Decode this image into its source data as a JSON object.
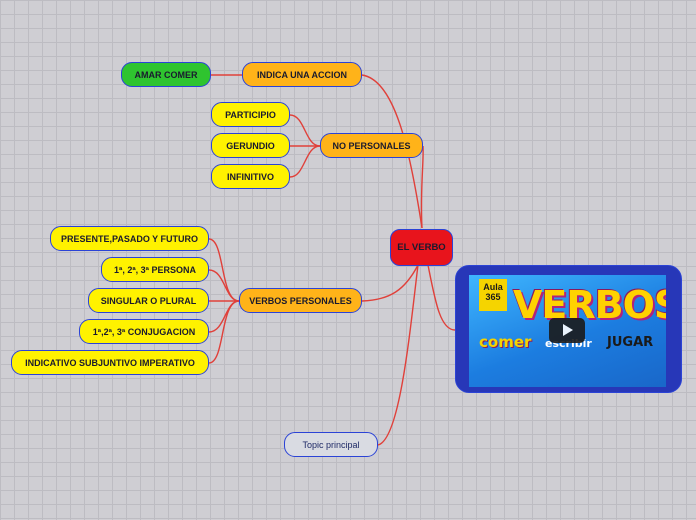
{
  "colors": {
    "line": "#e0403a",
    "yellow": "#fff200",
    "orange": "#ffb319",
    "green": "#2fc42f",
    "red": "#e8141c",
    "border": "#2b43d6"
  },
  "center": {
    "label": "EL VERBO"
  },
  "branches": {
    "indica": {
      "label": "INDICA UNA ACCION",
      "child": "AMAR COMER"
    },
    "no_personales": {
      "label": "NO PERSONALES",
      "children": [
        "PARTICIPIO",
        "GERUNDIO",
        "INFINITIVO"
      ]
    },
    "verbos_personales": {
      "label": "VERBOS PERSONALES",
      "children": [
        "PRESENTE,PASADO Y FUTURO",
        "1ª, 2ª, 3ª PERSONA",
        "SINGULAR O PLURAL",
        "1ª,2ª, 3ª CONJUGACION",
        "INDICATIVO SUBJUNTIVO IMPERATIVO"
      ]
    },
    "topic": {
      "label": "Topic principal"
    }
  },
  "video": {
    "brand_line1": "Aula",
    "brand_line2": "365",
    "title": "VERBOS",
    "word1": "comer",
    "word2": "escribir",
    "word3": "JUGAR",
    "icon": "play-icon"
  }
}
